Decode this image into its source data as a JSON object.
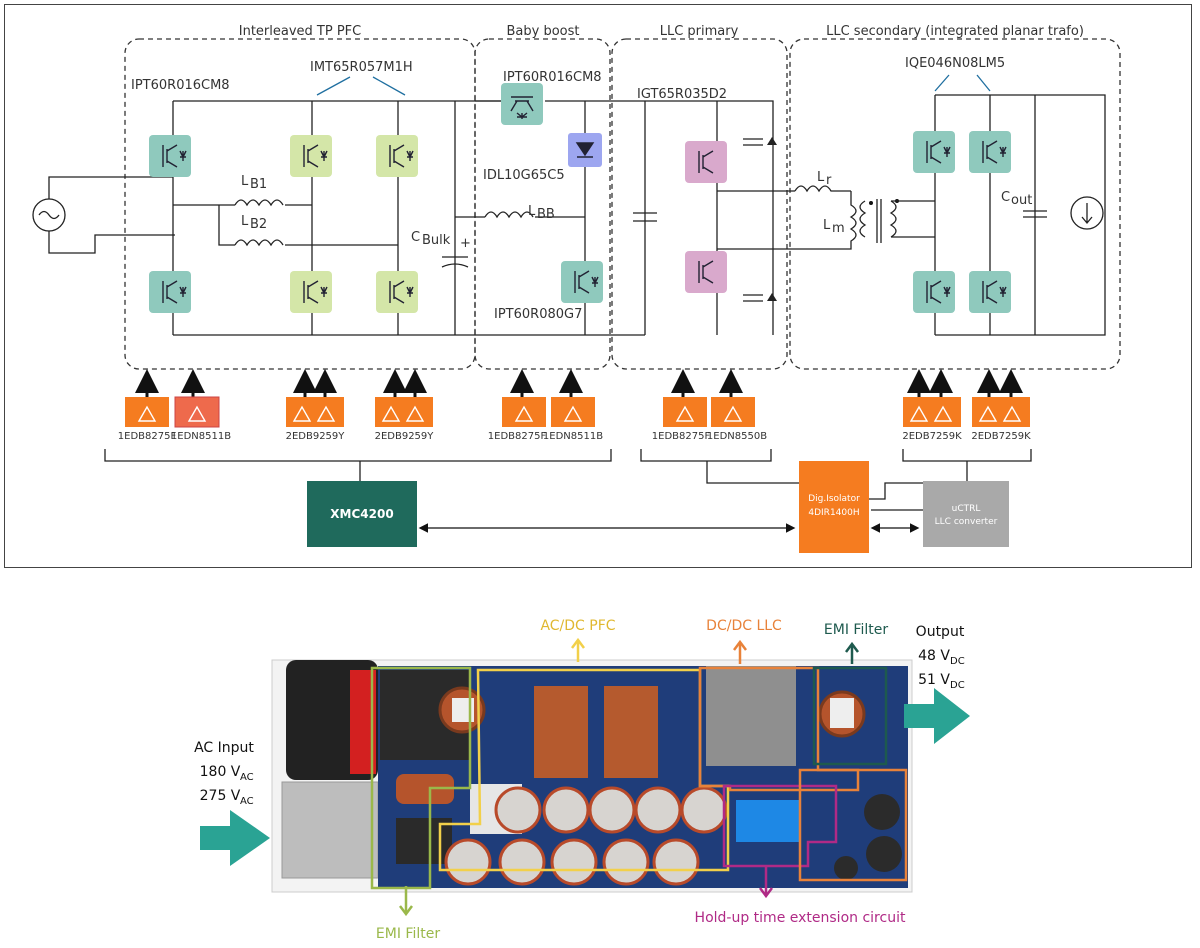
{
  "schematic": {
    "blocks": {
      "pfc": "Interleaved TP PFC",
      "boost": "Baby boost",
      "llc_primary": "LLC primary",
      "llc_secondary": "LLC secondary (integrated planar trafo)"
    },
    "parts": {
      "pfc_slow_fet": "IPT60R016CM8",
      "pfc_fast_fet": "IMT65R057M1H",
      "boost_top_fet": "IPT60R016CM8",
      "boost_diode": "IDL10G65C5",
      "boost_bottom_fet": "IPT60R080G7",
      "llc_primary_fet": "IGT65R035D2",
      "sr_fet": "IQE046N08LM5"
    },
    "components": {
      "lb1_main": "L",
      "lb1_sub": "B1",
      "lb2_main": "L",
      "lb2_sub": "B2",
      "cbulk_main": "C",
      "cbulk_sub": "Bulk",
      "cbulk_plus": "+",
      "lbb_main": "L",
      "lbb_sub": "BB",
      "lr_main": "L",
      "lr_sub": "r",
      "lm_main": "L",
      "lm_sub": "m",
      "cout_main": "C",
      "cout_sub": "out"
    },
    "drivers": [
      {
        "name": "1EDB8275F",
        "channels": 1
      },
      {
        "name": "1EDN8511B",
        "channels": 1
      },
      {
        "name": "2EDB9259Y",
        "channels": 2
      },
      {
        "name": "2EDB9259Y",
        "channels": 2
      },
      {
        "name": "1EDB8275F",
        "channels": 1
      },
      {
        "name": "1EDN8511B",
        "channels": 1
      },
      {
        "name": "1EDB8275F",
        "channels": 1
      },
      {
        "name": "1EDN8550B",
        "channels": 1
      },
      {
        "name": "2EDB7259K",
        "channels": 2
      },
      {
        "name": "2EDB7259K",
        "channels": 2
      }
    ],
    "controllers": {
      "xmc": "XMC4200",
      "isolator_line1": "Dig.Isolator",
      "isolator_line2": "4DIR1400H",
      "uctrl_line1": "uCTRL",
      "uctrl_line2": "LLC converter"
    },
    "colors": {
      "si_fet": "#8fc9bd",
      "sic_fet": "#d4e6a8",
      "gan_fet": "#d9a9cc",
      "diode": "#9da6f0",
      "driver": "#f57c20",
      "driver_alt": "#ee6a4c",
      "xmc": "#1f6a5c",
      "uctrl": "#a9a9a9"
    }
  },
  "board": {
    "ac_input_label": "AC Input",
    "ac_v1_main": "180 V",
    "ac_v1_sub": "AC",
    "ac_v2_main": "275 V",
    "ac_v2_sub": "AC",
    "output_label": "Output",
    "out_v1_main": "48 V",
    "out_v1_sub": "DC",
    "out_v2_main": "51 V",
    "out_v2_sub": "DC",
    "callouts": {
      "pfc": "AC/DC PFC",
      "llc": "DC/DC LLC",
      "emi_top": "EMI Filter",
      "emi_bottom": "EMI Filter",
      "holdup": "Hold-up time extension circuit"
    },
    "callout_colors": {
      "pfc": "#f2d04a",
      "llc": "#e8823a",
      "emi_top": "#1e5a4e",
      "emi_bottom": "#9ab84a",
      "holdup": "#b02a86",
      "arrows": "#2aa394"
    }
  }
}
